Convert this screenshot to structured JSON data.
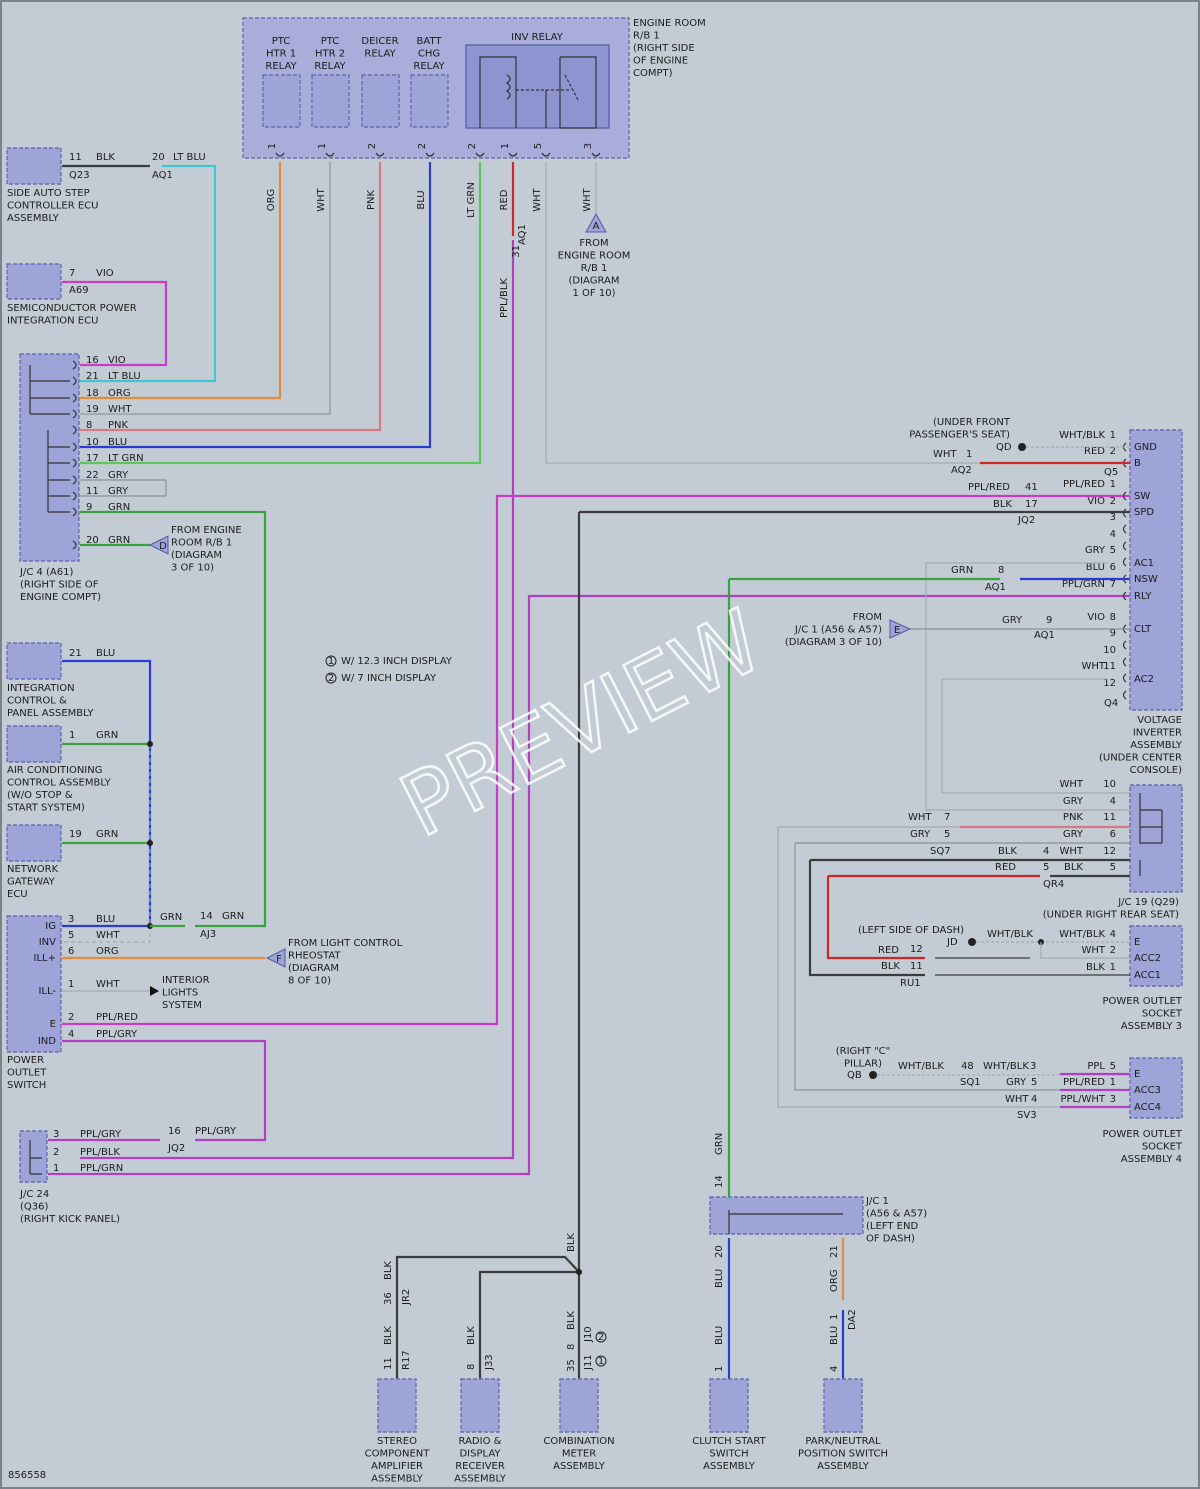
{
  "colors": {
    "background": "#c3ccd4",
    "BLK": "#3c3c3c",
    "WHT": "#a4abb2",
    "LT_BLU": "#3fc6d2",
    "VIO": "#c83cc8",
    "ORG": "#e08c3c",
    "PNK": "#d87a84",
    "BLU": "#2a3cd0",
    "LT_GRN": "#58c85a",
    "GRN": "#3aa040",
    "GRY": "#8a9096",
    "RED": "#cc2828",
    "PPL": "#b040c0"
  },
  "watermark": "PREVIEW",
  "diagram_id": "856558",
  "top_relay_box": {
    "relays": [
      "PTC\nHTR 1\nRELAY",
      "PTC\nHTR 2\nRELAY",
      "DEICER\nRELAY",
      "BATT\nCHG\nRELAY"
    ],
    "inv_relay": "INV RELAY",
    "pins": [
      "1",
      "1",
      "2",
      "2",
      "2",
      "1",
      "5",
      "3"
    ],
    "wire_colors": [
      "ORG",
      "WHT",
      "PNK",
      "BLU",
      "LT GRN",
      "RED",
      "WHT",
      "WHT"
    ],
    "label": "ENGINE ROOM\nR/B 1\n(RIGHT SIDE\nOF ENGINE\nCOMPT)"
  },
  "from_engine_room_a": "FROM\nENGINE ROOM\nR/B 1\n(DIAGRAM\n1 OF 10)",
  "flag_a": "A",
  "aq1_pin": "31",
  "aq1_label": "AQ1",
  "ppl_blk": "PPL/BLK",
  "side_step": {
    "label": "SIDE AUTO STEP\nCONTROLLER ECU\nASSEMBLY",
    "pin1": "11",
    "c1": "BLK",
    "conn1": "Q23",
    "pin2": "20",
    "c2": "LT BLU",
    "conn2": "AQ1"
  },
  "semiconductor": {
    "label": "SEMICONDUCTOR POWER\nINTEGRATION ECU",
    "pin": "7",
    "color": "VIO",
    "conn": "A69"
  },
  "jc4": {
    "label": "J/C 4 (A61)\n(RIGHT SIDE OF\nENGINE COMPT)",
    "pins": [
      {
        "pin": "16",
        "color": "VIO"
      },
      {
        "pin": "21",
        "color": "LT BLU"
      },
      {
        "pin": "18",
        "color": "ORG"
      },
      {
        "pin": "19",
        "color": "WHT"
      },
      {
        "pin": "8",
        "color": "PNK"
      },
      {
        "pin": "10",
        "color": "BLU"
      },
      {
        "pin": "17",
        "color": "LT GRN"
      },
      {
        "pin": "22",
        "color": "GRY"
      },
      {
        "pin": "11",
        "color": "GRY"
      },
      {
        "pin": "9",
        "color": "GRN"
      },
      {
        "pin": "20",
        "color": "GRN"
      }
    ]
  },
  "from_engine_room_d": "FROM ENGINE\nROOM R/B 1\n(DIAGRAM\n3 OF 10)",
  "flag_d": "D",
  "integration": {
    "label": "INTEGRATION\nCONTROL &\nPANEL ASSEMBLY",
    "pin": "21",
    "color": "BLU"
  },
  "aircon": {
    "label": "AIR CONDITIONING\nCONTROL ASSEMBLY\n(W/O STOP &\nSTART SYSTEM)",
    "pin": "1",
    "color": "GRN"
  },
  "network": {
    "label": "NETWORK\nGATEWAY\nECU",
    "pin": "19",
    "color": "GRN"
  },
  "legend": [
    "W/ 12.3 INCH DISPLAY",
    "W/ 7 INCH DISPLAY"
  ],
  "legend_marks": [
    "1",
    "2"
  ],
  "pos": {
    "label": "POWER\nOUTLET\nSWITCH",
    "terms": [
      "IG",
      "INV",
      "ILL+",
      "ILL-",
      "E",
      "IND"
    ],
    "pins": [
      {
        "pin": "3",
        "color": "BLU"
      },
      {
        "pin": "5",
        "color": "WHT"
      },
      {
        "pin": "6",
        "color": "ORG"
      },
      {
        "pin": "1",
        "color": "WHT"
      },
      {
        "pin": "2",
        "color": "PPL/RED"
      },
      {
        "pin": "4",
        "color": "PPL/GRY"
      }
    ],
    "grn_pin": "14",
    "grn": "GRN",
    "aj3": "AJ3"
  },
  "from_light": "FROM LIGHT CONTROL\nRHEOSTAT\n(DIAGRAM\n8 OF 10)",
  "flag_f": "F",
  "interior": "INTERIOR\nLIGHTS\nSYSTEM",
  "jc24": {
    "label": "J/C 24\n(Q36)\n(RIGHT KICK PANEL)",
    "pins": [
      {
        "pin": "3",
        "color": "PPL/GRY"
      },
      {
        "pin": "2",
        "color": "PPL/BLK"
      },
      {
        "pin": "1",
        "color": "PPL/GRN"
      }
    ],
    "jq2_pin": "16",
    "jq2_color": "PPL/GRY",
    "jq2": "JQ2"
  },
  "inverter": {
    "label": "VOLTAGE\nINVERTER\nASSEMBLY\n(UNDER CENTER\nCONSOLE)",
    "terms": [
      "GND",
      "B",
      "SW",
      "SPD",
      "AC1",
      "NSW",
      "RLY",
      "CLT",
      "AC2"
    ],
    "pins": [
      {
        "pin": "1",
        "color": "WHT/BLK"
      },
      {
        "pin": "2",
        "color": "RED"
      },
      {
        "pin": "1",
        "color": "PPL/RED"
      },
      {
        "pin": "2",
        "color": "VIO"
      },
      {
        "pin": "3",
        "color": ""
      },
      {
        "pin": "4",
        "color": ""
      },
      {
        "pin": "5",
        "color": "GRY"
      },
      {
        "pin": "6",
        "color": "BLU"
      },
      {
        "pin": "7",
        "color": "PPL/GRN"
      },
      {
        "pin": "8",
        "color": "VIO"
      },
      {
        "pin": "9",
        "color": ""
      },
      {
        "pin": "10",
        "color": ""
      },
      {
        "pin": "11",
        "color": "WHT"
      },
      {
        "pin": "12",
        "color": ""
      }
    ],
    "qd": "QD",
    "aq2": "AQ2",
    "q5": "Q5",
    "q4": "Q4",
    "jq2": "JQ2",
    "aq1": "AQ1",
    "under_front": "(UNDER FRONT\nPASSENGER'S SEAT)",
    "wht1": "WHT",
    "wht1_pin": "1",
    "pplred_pin": "41",
    "pplred": "PPL/RED",
    "blk_pin": "17",
    "blk": "BLK",
    "grn": "GRN",
    "grn_pin": "8",
    "gry9": "GRY",
    "gry9_pin": "9"
  },
  "from_jc1": "FROM\nJ/C 1 (A56 & A57)\n(DIAGRAM 3 OF 10)",
  "flag_e": "E",
  "jc19": {
    "label": "J/C 19 (Q29)\n(UNDER RIGHT REAR SEAT)",
    "pins": [
      {
        "pin": "10",
        "color": "WHT"
      },
      {
        "pin": "4",
        "color": "GRY"
      },
      {
        "pin": "11",
        "color": "PNK"
      },
      {
        "pin": "6",
        "color": "GRY"
      },
      {
        "pin": "12",
        "color": "WHT"
      },
      {
        "pin": "5",
        "color": "BLK"
      }
    ],
    "left": [
      {
        "c": "WHT",
        "p": "7"
      },
      {
        "c": "GRY",
        "p": "5"
      },
      {
        "c": "BLK",
        "p": "4"
      },
      {
        "c": "RED",
        "p": "5"
      }
    ],
    "sq7": "SQ7",
    "qr4": "QR4"
  },
  "pos3": {
    "label": "POWER OUTLET\nSOCKET\nASSEMBLY 3",
    "terms": [
      "E",
      "ACC2",
      "ACC1"
    ],
    "pins": [
      {
        "pin": "4",
        "color": "WHT/BLK"
      },
      {
        "pin": "2",
        "color": "WHT"
      },
      {
        "pin": "1",
        "color": "BLK"
      }
    ],
    "left_dash": "(LEFT SIDE OF DASH)",
    "jd": "JD",
    "whtblk": "WHT/BLK",
    "red": "RED",
    "red_pin": "12",
    "blk": "BLK",
    "blk_pin": "11",
    "ru1": "RU1"
  },
  "pos4": {
    "label": "POWER OUTLET\nSOCKET\nASSEMBLY 4",
    "terms": [
      "E",
      "ACC3",
      "ACC4"
    ],
    "pins": [
      {
        "pin": "5",
        "color": "PPL"
      },
      {
        "pin": "1",
        "color": "PPL/RED"
      },
      {
        "pin": "3",
        "color": "PPL/WHT"
      }
    ],
    "pillar": "(RIGHT \"C\"\nPILLAR)",
    "qb": "QB",
    "whtblk": "WHT/BLK",
    "whtblk_pin": "48",
    "whtblk2": "WHT/BLK",
    "whtblk2_pin": "3",
    "gry": "GRY",
    "gry_pin": "5",
    "wht": "WHT",
    "wht_pin": "4",
    "sq1": "SQ1",
    "sv3": "SV3"
  },
  "jc1": {
    "label": "J/C 1\n(A56 & A57)\n(LEFT END\nOF DASH)",
    "grn": "GRN",
    "grn_pin": "14",
    "blu": "BLU",
    "blu_pin": "20",
    "org": "ORG",
    "org_pin": "21"
  },
  "bottom": {
    "stereo": "STEREO\nCOMPONENT\nAMPLIFIER\nASSEMBLY",
    "radio": "RADIO &\nDISPLAY\nRECEIVER\nASSEMBLY",
    "combo": "COMBINATION\nMETER\nASSEMBLY",
    "clutch": "CLUTCH START\nSWITCH\nASSEMBLY",
    "park": "PARK/NEUTRAL\nPOSITION SWITCH\nASSEMBLY",
    "blk": "BLK",
    "blu": "BLU",
    "jr2_pin": "36",
    "jr2": "JR2",
    "r17_pin": "11",
    "r17": "R17",
    "j33_pin": "8",
    "j33": "J33",
    "j11_pin": "35",
    "j11": "J11",
    "j10_pin": "8",
    "j10": "J10",
    "clutch_pin": "1",
    "park_pin": "4",
    "da2_pin": "1",
    "da2": "DA2",
    "mark1": "1",
    "mark2": "2"
  }
}
